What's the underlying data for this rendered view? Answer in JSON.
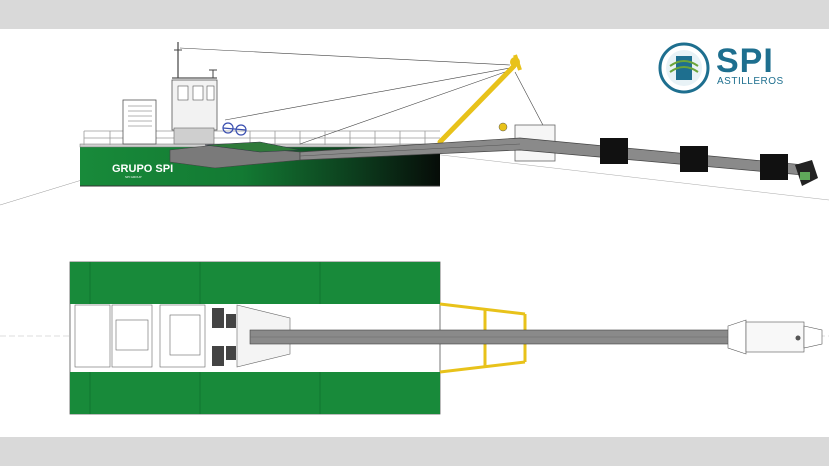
{
  "logo": {
    "name": "SPI",
    "subtitle": "ASTILLEROS",
    "primary_color": "#1e6f8f",
    "secondary_color": "#6ba53a"
  },
  "hull_marking": {
    "brand": "GRUPO SPI",
    "small_text": "SPI GROUP"
  },
  "colors": {
    "hull_green": "#188a3a",
    "hull_dark": "#0a1a10",
    "frame_yellow": "#e8c21a",
    "ladder_gray": "#8a8a8a",
    "band_gray": "#d9d9d9"
  },
  "views": [
    "side-elevation",
    "top-plan"
  ]
}
